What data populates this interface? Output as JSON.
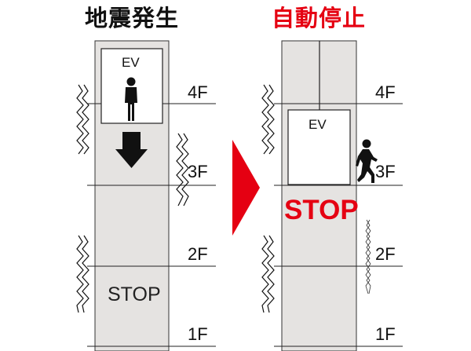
{
  "panels": {
    "left": {
      "title": "地震発生",
      "car_label": "EV",
      "stop_text": "STOP",
      "floors": [
        "4F",
        "3F",
        "2F",
        "1F"
      ]
    },
    "right": {
      "title": "自動停止",
      "car_label": "EV",
      "stop_text": "STOP",
      "floors": [
        "4F",
        "3F",
        "2F",
        "1F"
      ]
    }
  },
  "colors": {
    "shaft": "#e5e3e1",
    "accent_red": "#e50012",
    "text_dark": "#111111",
    "line": "#222222"
  },
  "icons": {
    "person_in_car": "standing-person-icon",
    "person_exiting": "walking-person-icon",
    "down_arrow": "down-arrow-icon",
    "transition": "right-triangle-arrow-icon",
    "shake": "zigzag-shake-icon"
  }
}
